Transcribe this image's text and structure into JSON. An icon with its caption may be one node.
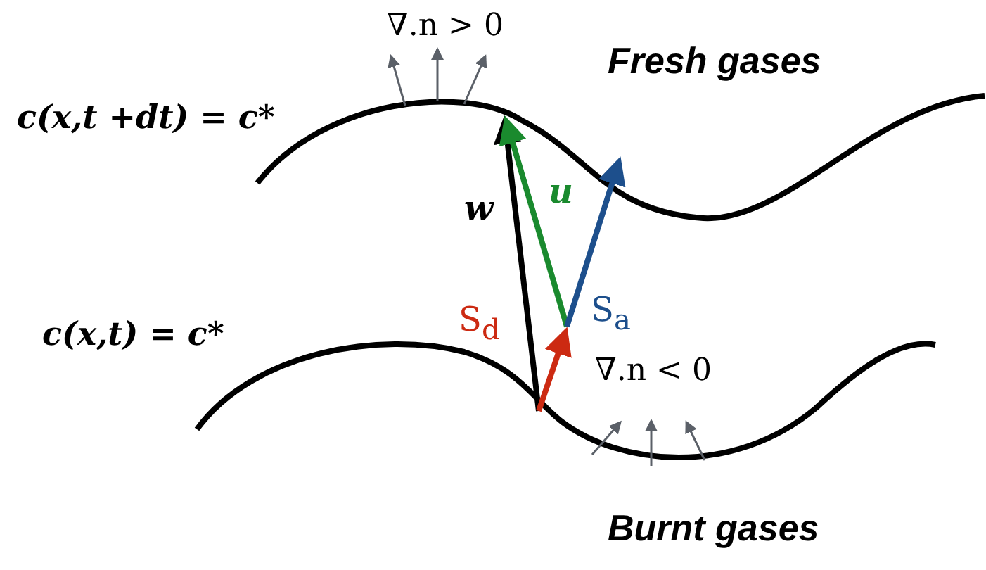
{
  "diagram": {
    "labels": [
      "∇.n > 0",
      "Fresh gases",
      "c(x,t +dt) = c*",
      "w",
      "u",
      "S$_{a}$",
      "S$_{d}$",
      "c(x,t) = c*",
      "∇.n < 0",
      "Burnt gases"
    ]
  }
}
